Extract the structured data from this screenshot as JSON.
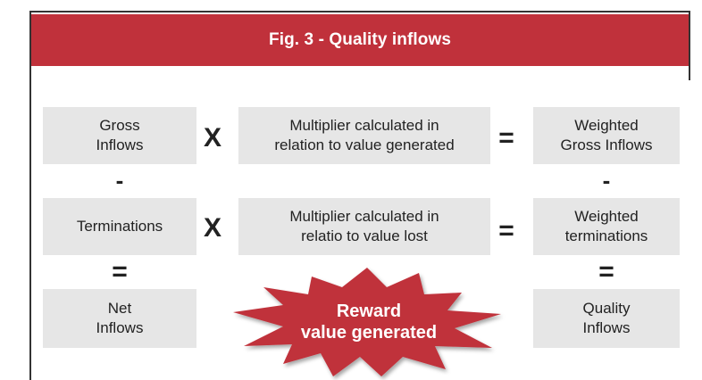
{
  "header": {
    "title": "Fig. 3 - Quality inflows"
  },
  "row1": {
    "left": "Gross\nInflows",
    "op1": "X",
    "middle": "Multiplier calculated in\nrelation to value generated",
    "op2": "=",
    "right": "Weighted\nGross Inflows"
  },
  "row1_to_row2": {
    "left_op": "-",
    "right_op": "-"
  },
  "row2": {
    "left": "Terminations",
    "op1": "X",
    "middle": "Multiplier calculated in\nrelatio to value lost",
    "op2": "=",
    "right": "Weighted\nterminations"
  },
  "row2_to_row3": {
    "left_op": "=",
    "right_op": "="
  },
  "row3": {
    "left": "Net\nInflows",
    "starburst": "Reward\nvalue generated",
    "right": "Quality\nInflows"
  },
  "colors": {
    "header": "#c0313b",
    "box": "#e6e6e6",
    "starburst": "#c0313b"
  }
}
